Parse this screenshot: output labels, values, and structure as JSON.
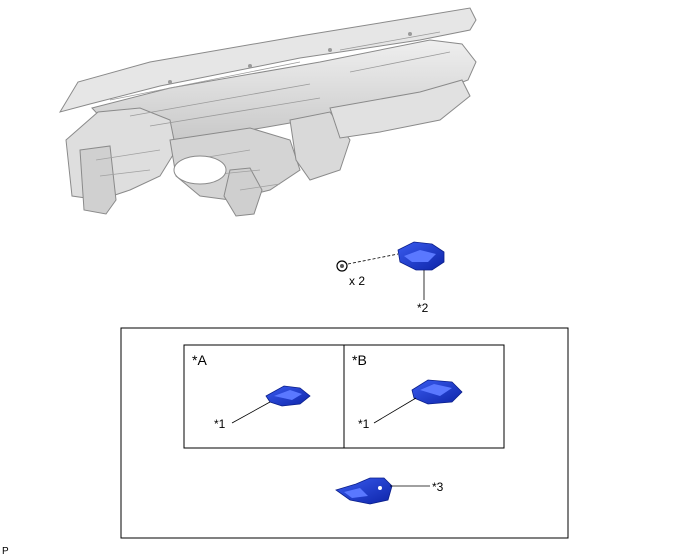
{
  "fastener": {
    "qty_label": "x 2"
  },
  "callouts": {
    "part2": "*2",
    "part3": "*3",
    "inset_a_part1": "*1",
    "inset_b_part1": "*1"
  },
  "insets": {
    "a_title": "*A",
    "b_title": "*B"
  },
  "page_code": "P",
  "colors": {
    "part_fill": "#1f3fd6",
    "part_dark": "#0b1f8a",
    "line": "#000000",
    "dash_grey": "#d8d8d8",
    "dash_shade": "#bfbfbf"
  }
}
